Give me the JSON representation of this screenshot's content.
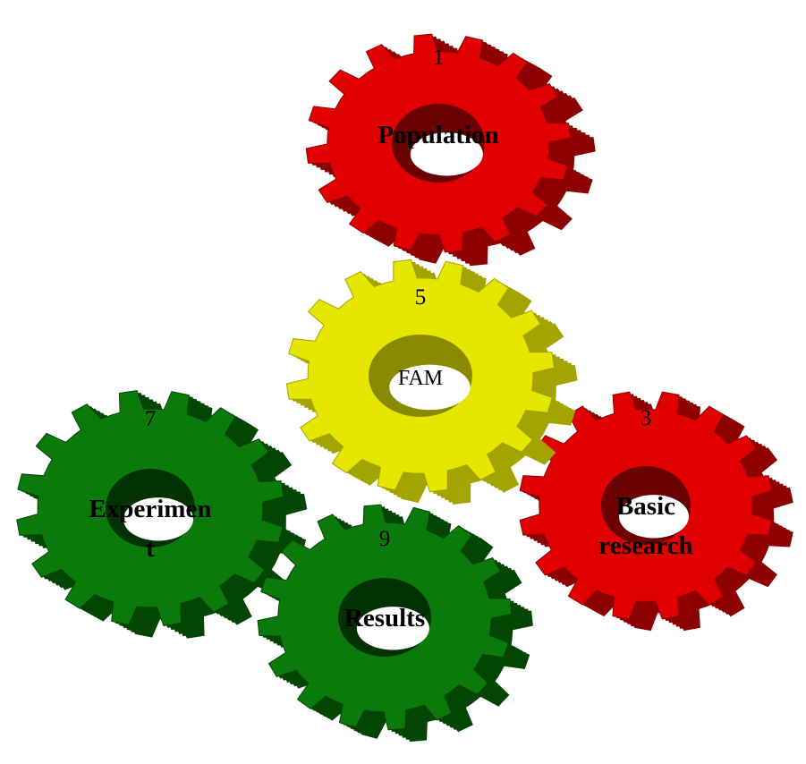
{
  "diagram": {
    "gears": [
      {
        "id": "population",
        "number": "1",
        "label_lines": [
          "Population"
        ],
        "color": {
          "face": "#e00000",
          "side": "#8c0000",
          "hole": "#6a0000"
        }
      },
      {
        "id": "basic-research",
        "number": "3",
        "label_lines": [
          "Basic",
          "research"
        ],
        "color": {
          "face": "#e00000",
          "side": "#8c0000",
          "hole": "#6a0000"
        }
      },
      {
        "id": "fam",
        "number": "5",
        "label_lines": [
          "FAM"
        ],
        "color": {
          "face": "#e6e600",
          "side": "#a4a400",
          "hole": "#8a8a00"
        }
      },
      {
        "id": "experiment",
        "number": "7",
        "label_lines": [
          "Experimen",
          "t"
        ],
        "color": {
          "face": "#0a7a0a",
          "side": "#034603",
          "hole": "#023202"
        }
      },
      {
        "id": "results",
        "number": "9",
        "label_lines": [
          "Results"
        ],
        "color": {
          "face": "#0a7a0a",
          "side": "#034603",
          "hole": "#023202"
        }
      }
    ]
  }
}
